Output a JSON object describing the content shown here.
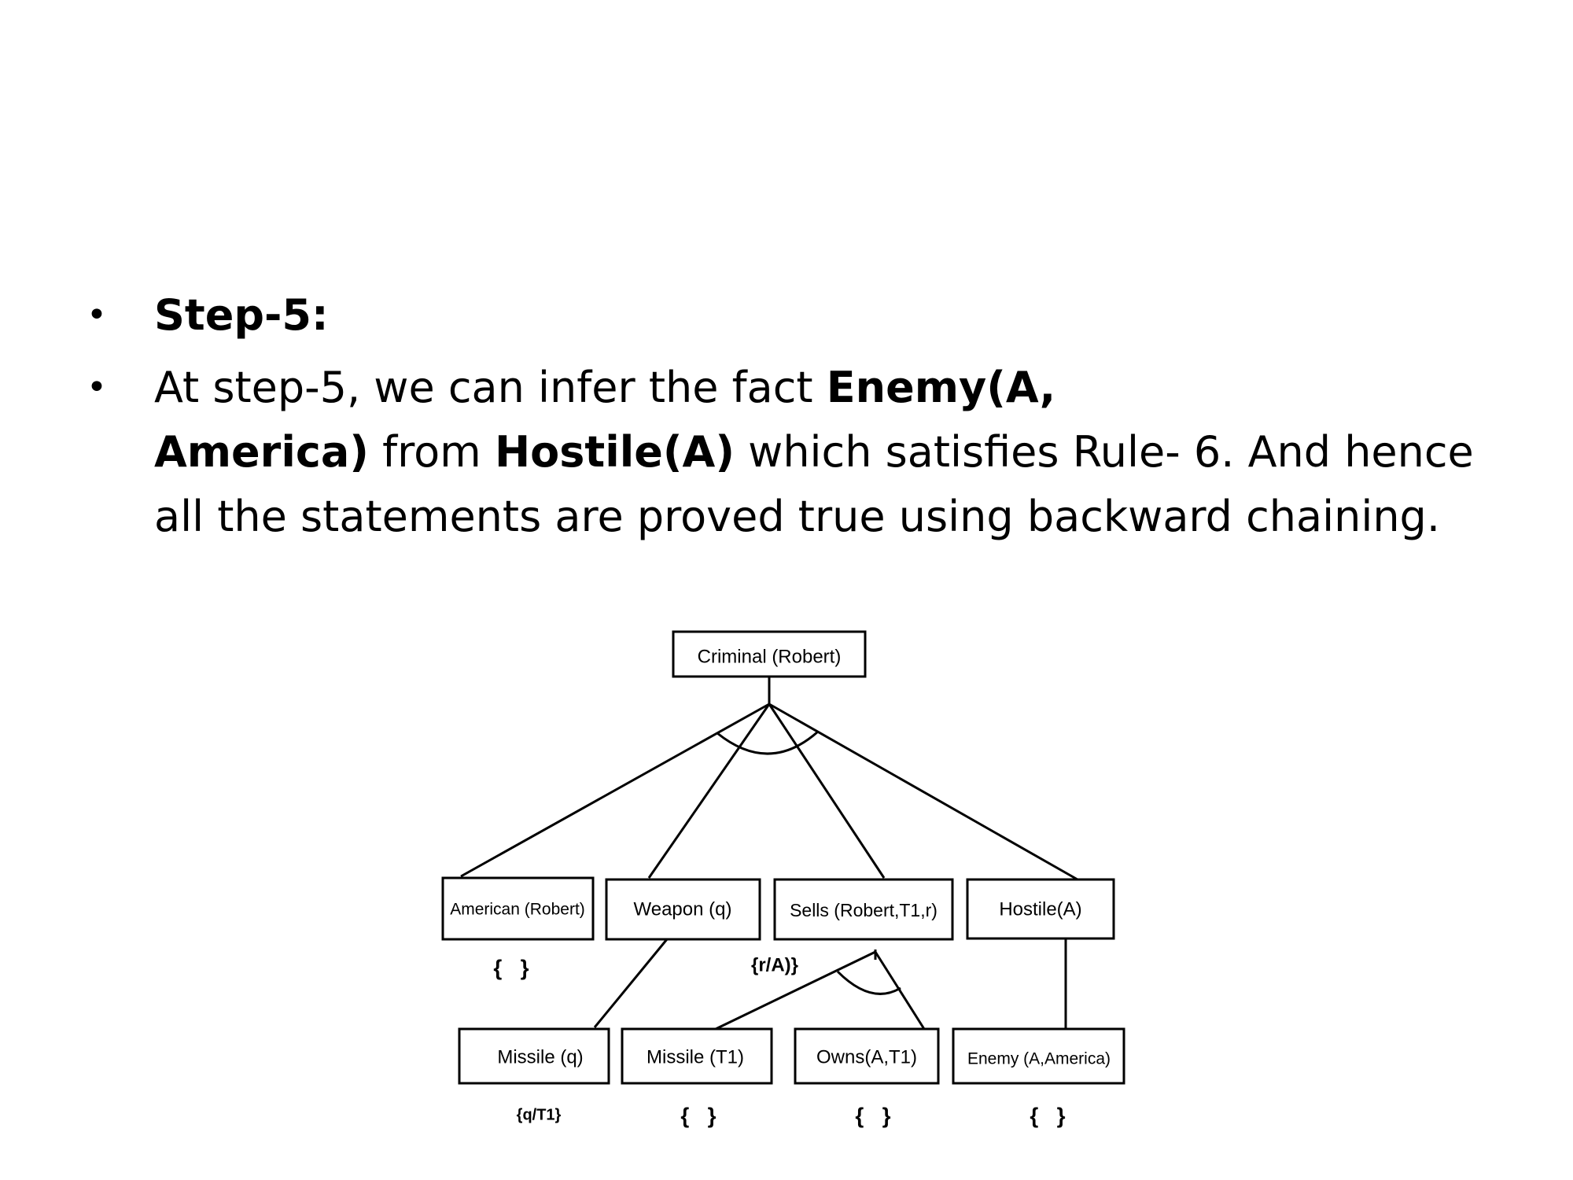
{
  "slide": {
    "bullets": [
      {
        "segments": [
          {
            "text": "Step-5:",
            "bold": true
          }
        ]
      },
      {
        "segments": [
          {
            "text": "At step-5, we can infer the fact ",
            "bold": false
          },
          {
            "text": "Enemy(A,",
            "bold": true
          },
          {
            "text": "\n",
            "bold": false
          },
          {
            "text": "America)",
            "bold": true
          },
          {
            "text": " from ",
            "bold": false
          },
          {
            "text": "Hostile(A)",
            "bold": true
          },
          {
            "text": " which satisfies Rule- 6. And hence",
            "bold": false
          },
          {
            "text": "\n",
            "bold": false
          },
          {
            "text": "all the statements are proved true using backward chaining.",
            "bold": false
          }
        ]
      }
    ]
  },
  "diagram": {
    "root": "Criminal (Robert)",
    "level1": [
      "American (Robert)",
      "Weapon (q)",
      "Sells (Robert,T1,r)",
      "Hostile(A)"
    ],
    "level1_subs": [
      "{   }",
      "",
      "{r/A)}",
      ""
    ],
    "level2": [
      "Missile (q)",
      "Missile (T1)",
      "Owns(A,T1)",
      "Enemy (A,America)"
    ],
    "level2_subs": [
      "{q/T1}",
      "{   }",
      "{   }",
      "{   }"
    ]
  }
}
